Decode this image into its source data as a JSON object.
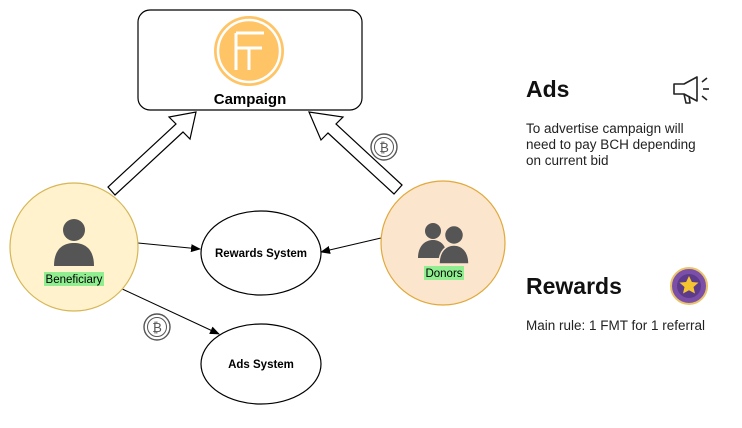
{
  "campaign": {
    "label": "Campaign"
  },
  "beneficiary": {
    "label": "Beneficiary"
  },
  "donors": {
    "label": "Donors"
  },
  "rewards_system": {
    "label": "Rewards System"
  },
  "ads_system": {
    "label": "Ads System"
  },
  "ads_panel": {
    "title": "Ads",
    "description_lines": [
      "To advertise campaign will",
      "need to pay BCH depending",
      "on current bid"
    ]
  },
  "rewards_panel": {
    "title": "Rewards",
    "description": "Main rule: 1 FMT for 1 referral"
  },
  "colors": {
    "person_fill": "#fff2cc",
    "person_stroke": "#d6b656",
    "donor_fill": "#fce5cd",
    "donor_stroke": "#e0a93a",
    "label_highlight": "#90ee90",
    "logo_fill": "#ffc466",
    "logo_stroke": "#f0a83a",
    "badge_fill": "#7b4fa8",
    "badge_star": "#f5c431"
  },
  "icons": [
    "campaign-logo-icon",
    "bitcoin-coin-icon",
    "person-icon",
    "people-icon",
    "megaphone-icon",
    "star-badge-icon"
  ]
}
